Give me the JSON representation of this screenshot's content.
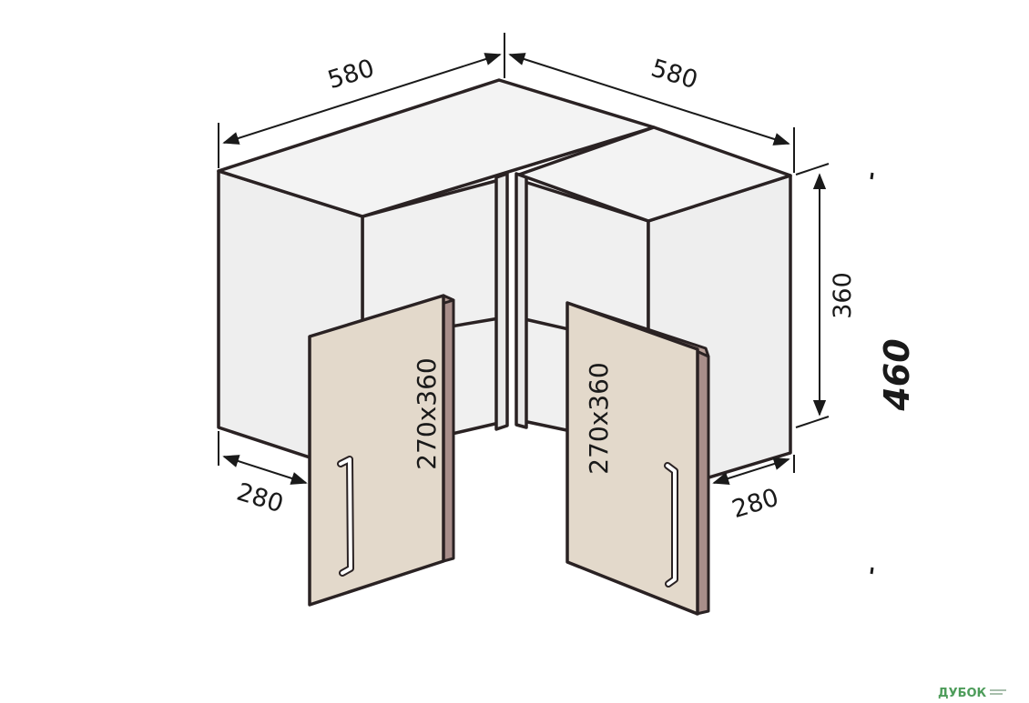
{
  "dimensions": {
    "top_left_width": "580",
    "top_right_width": "580",
    "left_depth": "280",
    "right_depth": "280",
    "body_height": "360",
    "total_height": "460"
  },
  "doors": {
    "left_size": "270x360",
    "right_size": "270x360"
  },
  "watermark": {
    "brand": "ДУБОК"
  },
  "colors": {
    "panel": "#eeeeee",
    "panel_top": "#f3f3f3",
    "edge": "#2a2223",
    "door_face": "#e3d9cb",
    "door_edge": "#a88e8a",
    "handle": "#ffffff"
  }
}
